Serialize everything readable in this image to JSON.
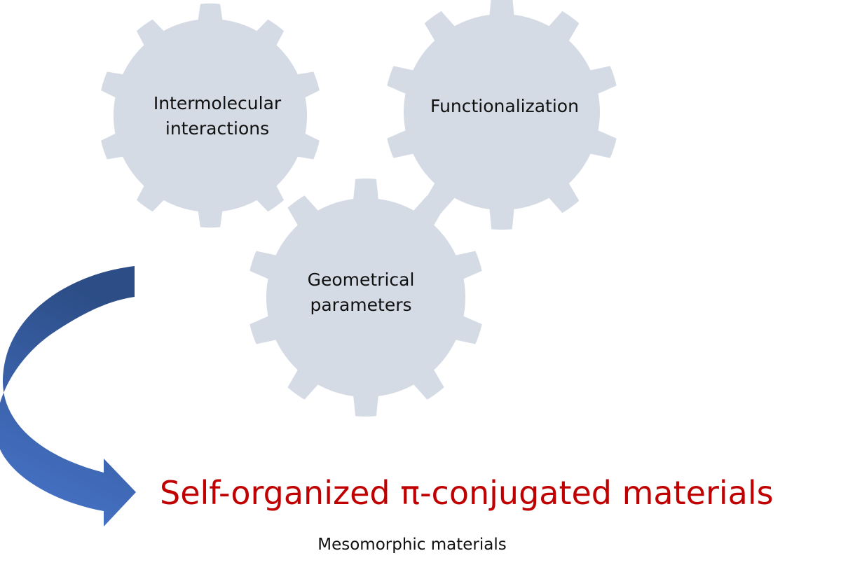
{
  "diagram": {
    "gears": [
      {
        "id": "gear-intermolecular",
        "lines": [
          "Intermolecular",
          "interactions"
        ]
      },
      {
        "id": "gear-functionalization",
        "lines": [
          "Functionalization"
        ]
      },
      {
        "id": "gear-geometrical",
        "lines": [
          "Geometrical",
          "parameters"
        ]
      }
    ],
    "result_title": "Self-organized π-conjugated materials",
    "result_subtitle": "Mesomorphic materials",
    "colors": {
      "gear_fill": "#d5dbe5",
      "arrow_light": "#4a78d0",
      "arrow_dark": "#2c4d86",
      "title": "#c00000",
      "text": "#111111"
    },
    "icons": {
      "gear": "gear-icon",
      "arrow": "curved-arrow-icon"
    }
  }
}
